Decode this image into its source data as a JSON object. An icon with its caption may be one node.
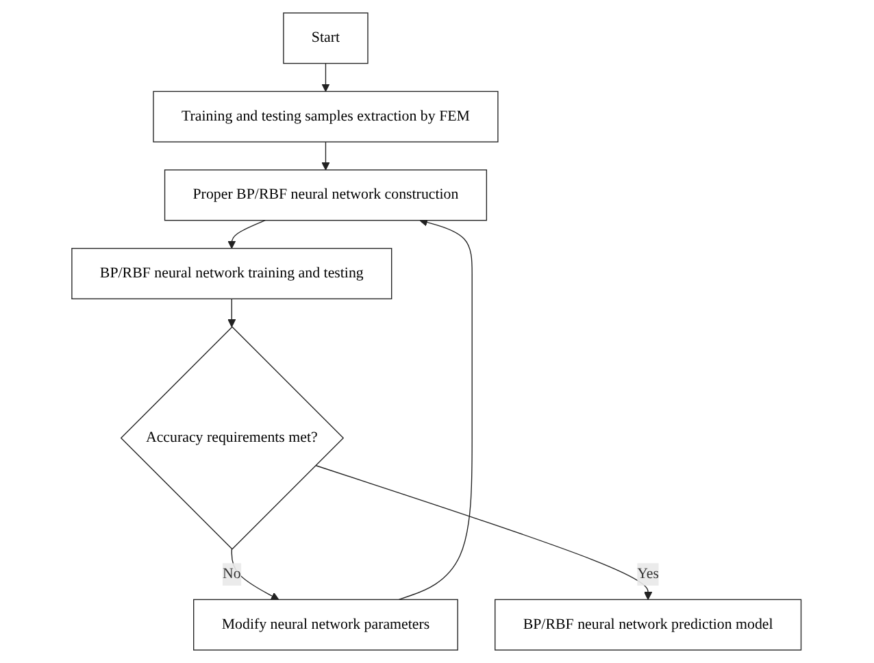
{
  "diagram": {
    "nodes": [
      {
        "text": [
          "Start"
        ]
      },
      {
        "text": [
          "Training and testing samples extraction by FEM"
        ]
      },
      {
        "text": [
          "Proper BP/RBF neural network construction"
        ]
      },
      {
        "text": [
          "BP/RBF neural network training and testing"
        ]
      },
      {
        "text": [
          "Accuracy requirements met?"
        ]
      },
      {
        "text": [
          "BP/RBF neural network prediction model"
        ]
      },
      {
        "text": [
          "Modify neural network parameters"
        ]
      }
    ],
    "edges": [
      {
        "from": 0,
        "to": 1,
        "arrow": "to"
      },
      {
        "from": 1,
        "to": 2,
        "arrow": "to"
      },
      {
        "from": 2,
        "to": 3,
        "arrow": "to"
      },
      {
        "from": 3,
        "to": 4,
        "arrow": "to"
      },
      {
        "from": 4,
        "to": 6,
        "arrow": "to",
        "label": "No"
      },
      {
        "from": 4,
        "to": 5,
        "arrow": "to",
        "label": "Yes"
      },
      {
        "from": 6,
        "to": 2,
        "arrow": "to"
      }
    ]
  }
}
